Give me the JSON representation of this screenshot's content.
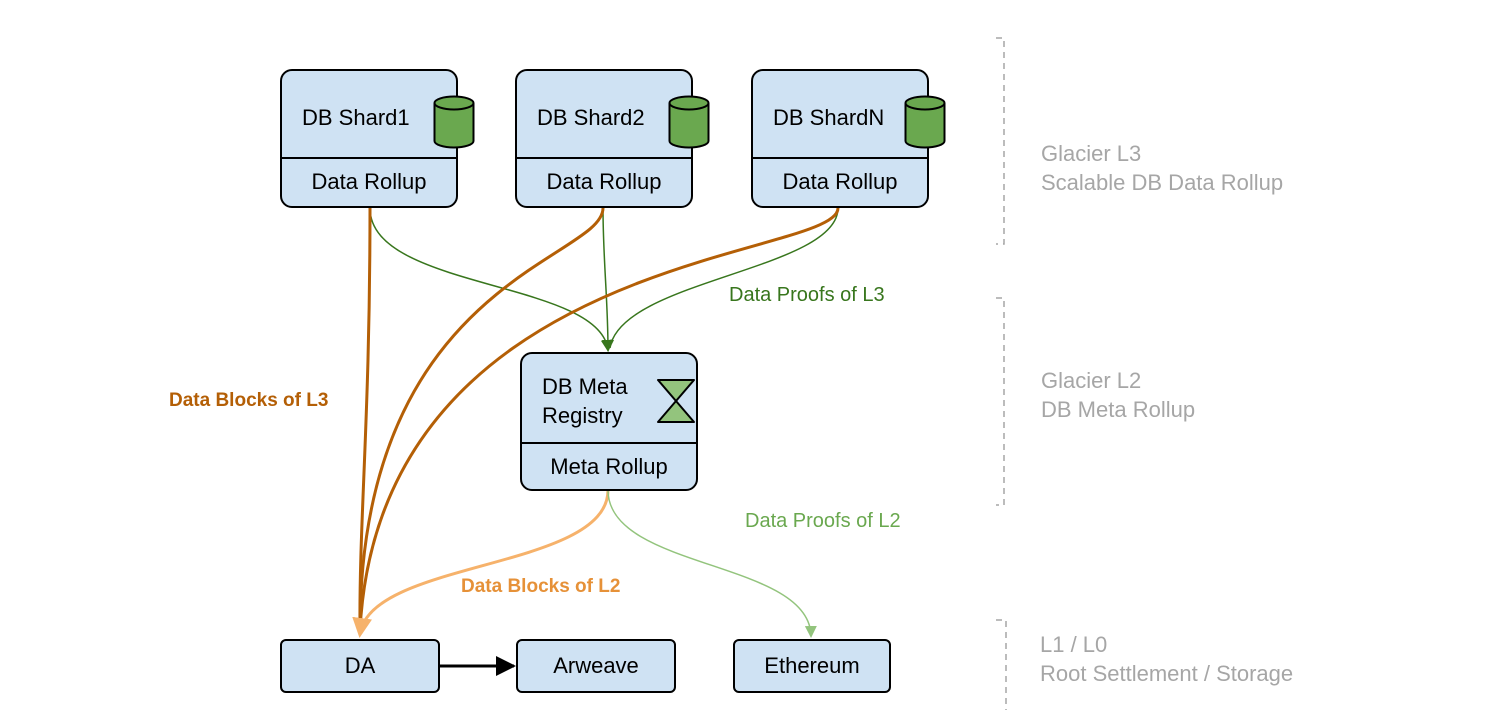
{
  "shards": [
    {
      "name": "DB Shard1",
      "rollup": "Data Rollup"
    },
    {
      "name": "DB Shard2",
      "rollup": "Data Rollup"
    },
    {
      "name": "DB ShardN",
      "rollup": "Data Rollup"
    }
  ],
  "meta": {
    "line1": "DB Meta",
    "line2": "Registry",
    "rollup": "Meta Rollup"
  },
  "bottom_nodes": {
    "da": "DA",
    "arweave": "Arweave",
    "ethereum": "Ethereum"
  },
  "flows": {
    "data_proofs_l3": "Data Proofs of L3",
    "data_blocks_l3": "Data Blocks of L3",
    "data_proofs_l2": "Data Proofs of L2",
    "data_blocks_l2": "Data Blocks of L2"
  },
  "layers": [
    {
      "name": "Glacier L3",
      "desc": "Scalable DB Data Rollup"
    },
    {
      "name": "Glacier L2",
      "desc": "DB Meta Rollup"
    },
    {
      "name": "L1 / L0",
      "desc": "Root Settlement / Storage"
    }
  ],
  "colors": {
    "box_fill": "#cfe2f3",
    "db_green": "#6aa84f",
    "dark_orange": "#b45f06",
    "light_orange": "#f6b26b",
    "dark_green": "#38761d",
    "light_green": "#93c47d",
    "layer_gray": "#a6a6a6"
  }
}
